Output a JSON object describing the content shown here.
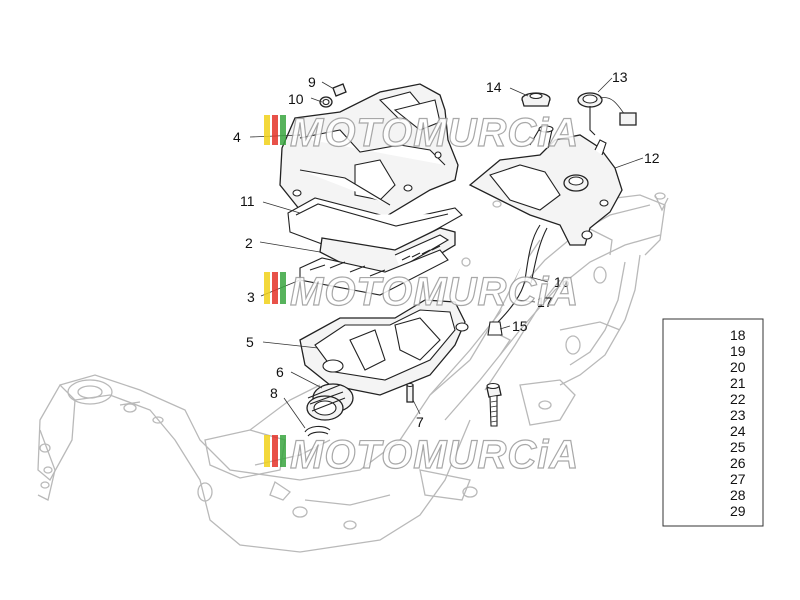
{
  "diagram": {
    "callouts": [
      "9",
      "10",
      "4",
      "11",
      "2",
      "3",
      "5",
      "6",
      "8",
      "7",
      "14",
      "13",
      "12",
      "16",
      "17",
      "15"
    ],
    "key_numbers": [
      "18",
      "19",
      "20",
      "21",
      "22",
      "23",
      "24",
      "25",
      "26",
      "27",
      "28",
      "29"
    ]
  },
  "watermark": {
    "text": "MOTOMURCiA",
    "colors": [
      "#f2d21a",
      "#e4332a",
      "#3aa640"
    ]
  }
}
